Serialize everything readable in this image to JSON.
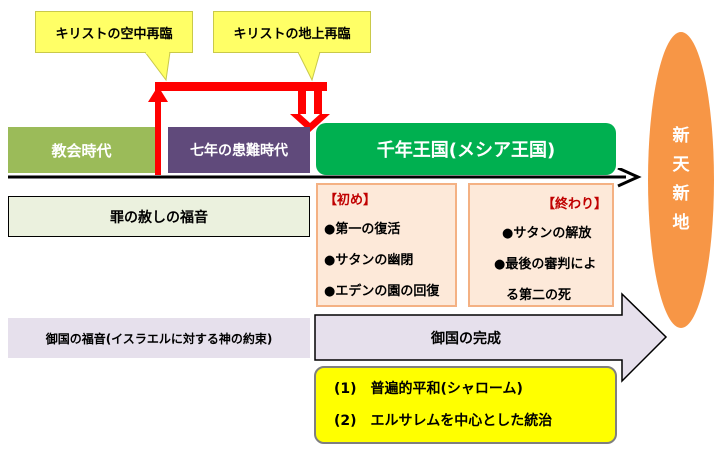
{
  "callouts": {
    "rapture": "キリストの空中再臨",
    "second_coming": "キリストの地上再臨"
  },
  "eras": {
    "church": "教会時代",
    "tribulation": "七年の患難時代",
    "millennium": "千年王国(メシア王国)"
  },
  "new_heaven_earth": [
    "新",
    "天",
    "新",
    "地"
  ],
  "gospel_forgiveness": "罪の赦しの福音",
  "millennium_start": {
    "title": "【初め】",
    "items": [
      "●第一の復活",
      "●サタンの幽閉",
      "●エデンの園の回復"
    ]
  },
  "millennium_end": {
    "title": "【終わり】",
    "items": [
      "●サタンの解放",
      "●最後の審判による第二の死"
    ],
    "item2_lines": [
      "●最後の審判によ",
      "る第二の死"
    ]
  },
  "kingdom_gospel": "御国の福音(イスラエルに対する神の約束)",
  "kingdom_completion": "御国の完成",
  "kingdom_features": [
    "(1)　普遍的平和(シャローム)",
    "(2)　エルサレムを中心とした統治"
  ],
  "colors": {
    "church": "#9bbb59",
    "tribulation": "#604a7b",
    "millennium": "#00b050",
    "callout": "#ffff66",
    "red_arrow": "#ff0000",
    "new_earth": "#f79646",
    "peach": "#fde9d9",
    "gospel_box": "#ebf1de",
    "arrow_fill": "#e6e0ec"
  }
}
